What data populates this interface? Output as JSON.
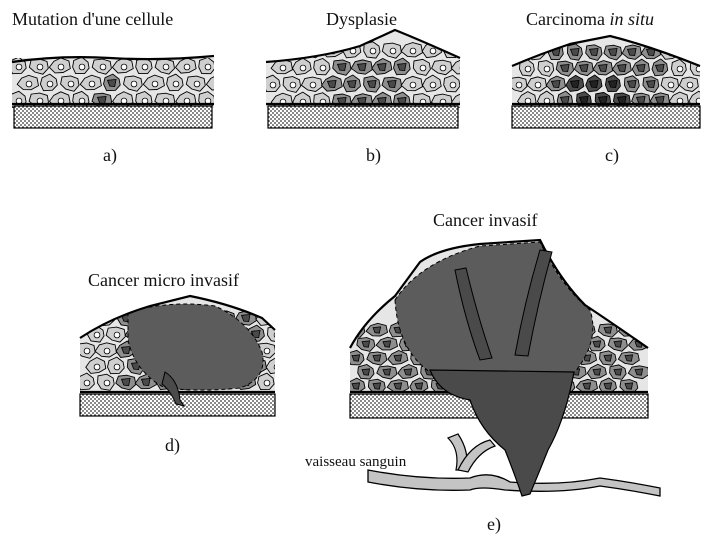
{
  "panels": [
    {
      "id": "a",
      "title": "Mutation d'une cellule",
      "letter": "a)"
    },
    {
      "id": "b",
      "title": "Dysplasie",
      "letter": "b)"
    },
    {
      "id": "c",
      "title": "Carcinoma",
      "title_italic": "in situ",
      "letter": "c)"
    },
    {
      "id": "d",
      "title": "Cancer micro invasif",
      "letter": "d)"
    },
    {
      "id": "e",
      "title": "Cancer invasif",
      "letter": "e)",
      "annotation": "vaisseau sanguin"
    }
  ],
  "colors": {
    "normal_cell": "#cfcfcf",
    "dysplastic_cell": "#8e8e8e",
    "cancer_cell": "#4a4a4a",
    "cancer_mass": "#5c5c5c",
    "vessel": "#c4c4c4",
    "membrane_dots": "#333333",
    "outline": "#000000"
  }
}
